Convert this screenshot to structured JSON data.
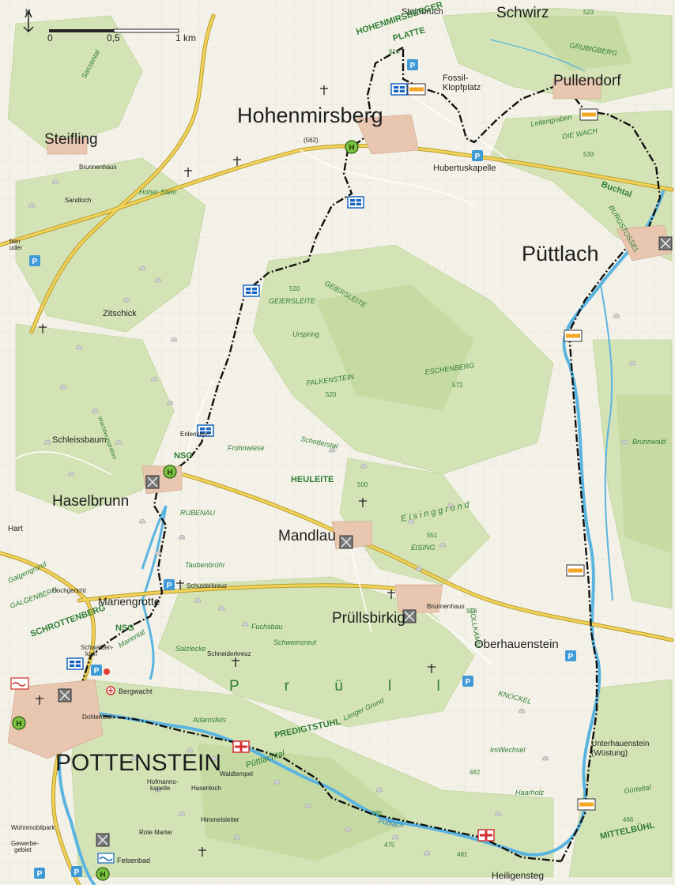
{
  "scale": {
    "north": "N",
    "labels": [
      "0",
      "0,5",
      "1 km"
    ]
  },
  "towns": {
    "hohenmirsberg": "Hohenmirsberg",
    "hohenmirsberg_ele": "(562)",
    "steifling": "Steifling",
    "puettlach": "Püttlach",
    "pullendorf": "Pullendorf",
    "schwirz": "Schwirz",
    "steinbruch": "Steinbruch",
    "haselbrunn": "Haselbrunn",
    "mandlau": "Mandlau",
    "pruellsbirkig": "Prüllsbirkig",
    "oberhauenstein": "Oberhauenstein",
    "pottenstein": "POTTENSTEIN",
    "heiligensteg": "Heiligensteg",
    "unterhauenstein": "Unterhauenstein",
    "wuestung": "(Wüstung)",
    "mariengrotte": "Mariengrotte",
    "hubertuskapelle": "Hubertuskapelle",
    "fossil": "Fossil-",
    "klopfplatz": "Klopfplatz",
    "zitschick": "Zitschick",
    "schleissbaum": "Schleissbaum",
    "hart": "Hart"
  },
  "green_labels": {
    "hohenmirsberger": "HOHENMIRSBERGER",
    "platte": "PLATTE",
    "platte_ele": "614",
    "sassental": "Sassental",
    "grubigberg": "GRUBIGBERG",
    "leitengraben": "Leitengraben",
    "die_wach": "DIE WACH",
    "ele_533": "533",
    "ele_523": "523",
    "buchtal": "Buchtal",
    "burgstossel": "BURGSTOSSEL",
    "hoher_stein": "Hoher Stein",
    "geiersleite_1": "GEIERSLEITE",
    "geiersleite_2": "GEIERSLEITE",
    "ele_520a": "520",
    "ele_520b": "520",
    "urspring": "Urspring",
    "falkenstein": "FALKENSTEIN",
    "eschenberg": "ESCHENBERG",
    "ele_572": "572",
    "schotterstal": "Schotterstal",
    "frohnwiese": "Frohnwiese",
    "heuleite": "HEULEITE",
    "ele_500": "500",
    "eisinggrund": "Eisinggrund",
    "eising": "EISING",
    "ele_551": "551",
    "ele_518": "518",
    "gollkamm": "GOLLKAMM",
    "brunnwald": "Brunnwald",
    "nsg_1": "NSG",
    "nsg_2": "NSG",
    "rubenau": "RUBENAU",
    "taubenbruehl": "Taubenbrühl",
    "galgengrund": "Galgengrund",
    "galgenberg": "GALGENBERG",
    "schrottenberg": "SCHROTTENBERG",
    "marienthal": "Mariental",
    "fuchsbau": "Fuchsbau",
    "salzlecke": "Salzlecke",
    "schweinsreut": "Schweinsreut",
    "pruell": "P r ü l l",
    "knockel": "KNOCKEL",
    "langer_grund": "Langer Grund",
    "predigtstuhl": "PREDIGTSTUHL",
    "puettlachtal": "Püttlachtal",
    "imwechsel": "ImWechsel",
    "haarholz": "Haarholz",
    "ele_482": "482",
    "ele_385": "385",
    "ele_475": "475",
    "ele_481": "481",
    "ele_466": "466",
    "guertelta": "Gürteltal",
    "mittelbuehl": "MITTELBÜHL",
    "puettlach_river": "Püttlach",
    "wachbergsgraben": "Wachbergsgraben",
    "adamsfels": "Adamsfels"
  },
  "small_labels": {
    "brunnenhaus_1": "Brunnenhaus",
    "brunnenhaus_2": "Brunnenhaus",
    "sandloch": "Sandloch",
    "enlenstein": "Enlenstein",
    "schusterkreuz": "Schusterkreuz",
    "schneiderkreuz": "Schneiderkreuz",
    "hochgericht": "Hochgericht",
    "bergwacht": "Bergwacht",
    "schwalbenloch": "Schwalben-",
    "schwalbenloch_2": "loch",
    "hofmannskapelle": "Hofmanns-",
    "hofmannskapelle_2": "kapelle",
    "hasenloch": "Hasenloch",
    "waldtempel": "Waldtempel",
    "himmelsleiter": "Himmelsleiter",
    "rote_marter": "Rote Marter",
    "felsenbad": "Felsenbad",
    "wohnmobilpark": "Wohnmobilpark",
    "gewerbe": "Gewerbe-",
    "gebiet": "gebiet",
    "dohlenloch": "Dohlenloch",
    "ben_fuder": "ben",
    "ben_fuder_2": "uder"
  },
  "symbols": {
    "parking": "P",
    "bus": "H"
  },
  "colors": {
    "meadow": "#f4f2e8",
    "forest": "#d4e3b5",
    "forest_dark": "#c2d8a0",
    "road": "#f2d35a",
    "road_edge": "#b89b2d",
    "water": "#5ab4e0",
    "route": "#111111",
    "blue_marker": "#1565c0",
    "red_marker": "#d32f2f",
    "orange_marker": "#f5a623",
    "bus_green": "#7cc242",
    "green_text": "#2e7d32"
  }
}
